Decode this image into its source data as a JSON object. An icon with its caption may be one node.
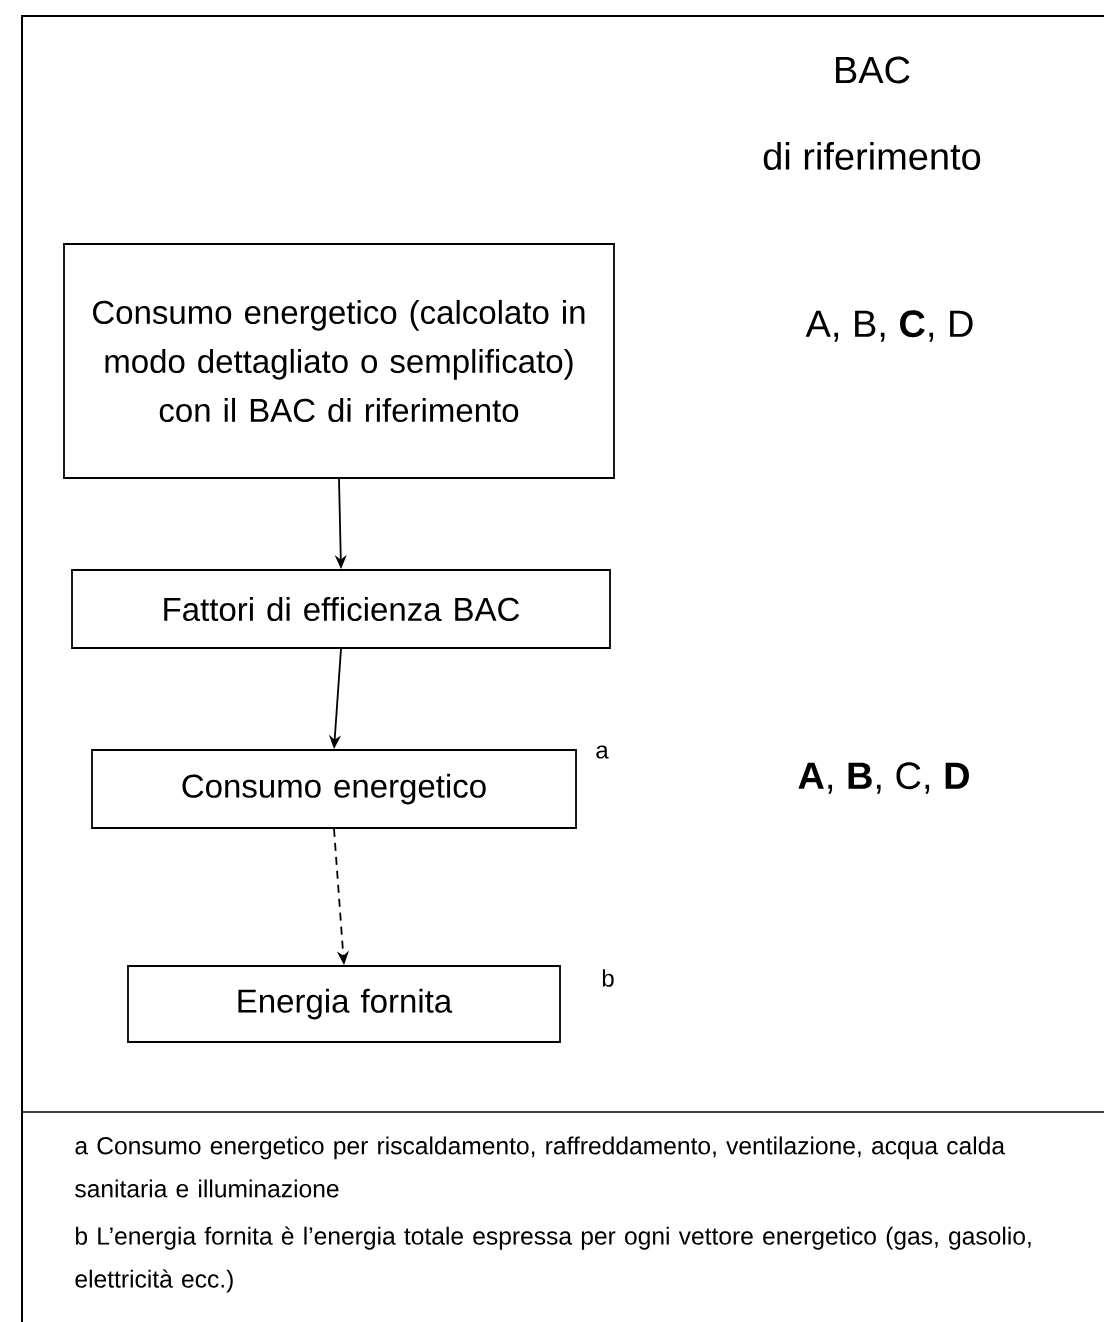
{
  "diagram": {
    "nodes": [
      {
        "text": [
          "Consumo energetico (calcolato in modo dettagliato o semplificato) con il BAC di riferimento"
        ]
      },
      {
        "text": [
          "Fattori di efficienza BAC"
        ]
      },
      {
        "text": [
          "Consumo energetico"
        ],
        "beside": [
          "a"
        ]
      },
      {
        "text": [
          "Energia fornita"
        ],
        "beside": [
          "b"
        ]
      }
    ],
    "edges": [
      {
        "from": 0,
        "to": 1,
        "arrow": "to"
      },
      {
        "from": 1,
        "to": 2,
        "arrow": "to"
      },
      {
        "from": 2,
        "to": 3,
        "arrow": "to",
        "style": "dashed"
      }
    ],
    "labels": [
      "BAC",
      "di riferimento",
      "A, B, **C**, D",
      "**A**, **B**, C, **D**",
      "a Consumo energetico per riscaldamento, raffreddamento, ventilazione, acqua calda sanitaria e illuminazione",
      "b L’energia fornita è l’energia totale espressa per ogni vettore energetico (gas, gasolio, elettricità ecc.)"
    ]
  }
}
